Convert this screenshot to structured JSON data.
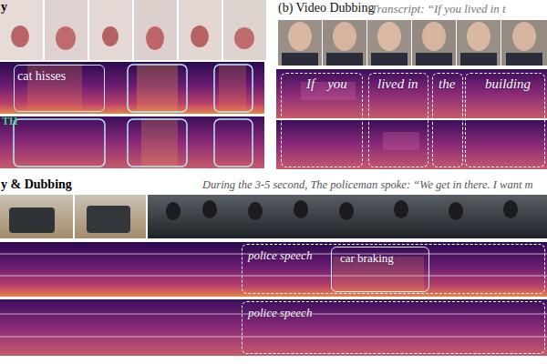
{
  "diagram": {
    "nodes": [
      {
        "text": [
          "cat hisses"
        ]
      },
      {
        "text": [
          "If",
          "you"
        ]
      },
      {
        "text": [
          "lived in"
        ]
      },
      {
        "text": [
          "the"
        ]
      },
      {
        "text": [
          "building"
        ]
      },
      {
        "text": [
          "police speech"
        ]
      },
      {
        "text": [
          "car braking"
        ],
        "in": 5
      },
      {
        "text": [
          "police speech"
        ]
      }
    ],
    "labels": [
      "y",
      "TH",
      "(b) Video Dubbing",
      "Transcript: “If you lived in t",
      "y & Dubbing",
      "During the 3-5 second, The policeman spoke: “We get in there. I want m"
    ]
  }
}
